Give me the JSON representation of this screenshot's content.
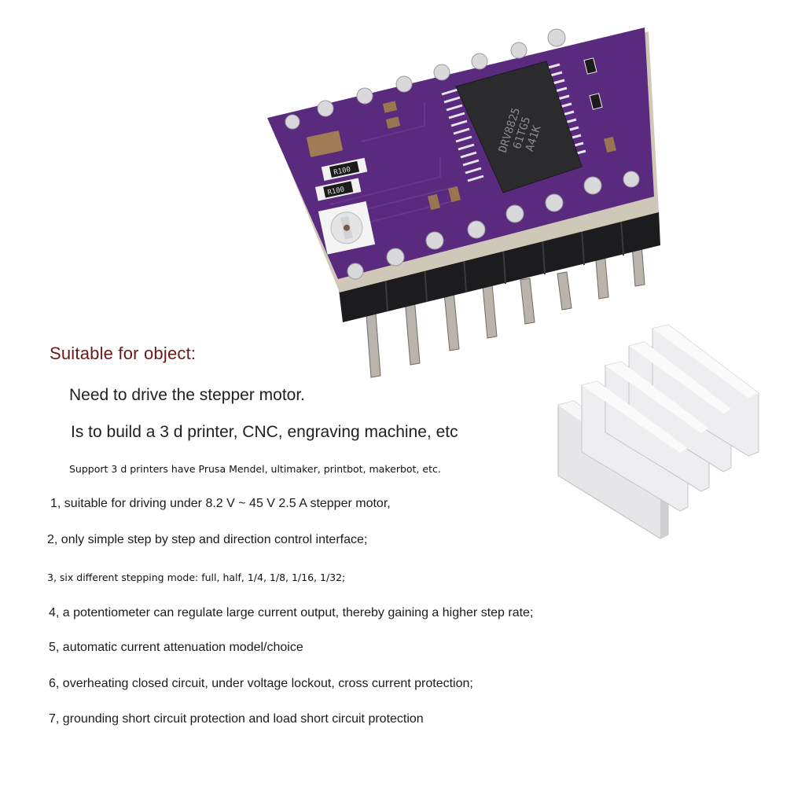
{
  "product": {
    "title": "Suitable for object:",
    "usage_lines": [
      "Need to drive the stepper motor.",
      "Is to build a 3 d printer, CNC, engraving machine, etc"
    ],
    "support_note": "Support 3 d printers have Prusa Mendel, ultimaker, printbot, makerbot, etc.",
    "features": [
      "1, suitable for driving under 8.2 V ~ 45 V 2.5 A stepper motor,",
      "2, only simple step by step and direction control interface;",
      "3, six different stepping mode: full, half, 1/4, 1/8, 1/16, 1/32;",
      "4, a potentiometer can regulate large current output, thereby gaining a higher step rate;",
      "5, automatic current attenuation model/choice",
      "6, overheating closed circuit, under voltage lockout, cross current protection;",
      "7, grounding short circuit protection and load short circuit protection"
    ]
  },
  "images": {
    "driver_board": {
      "chip_marking": [
        "DRV8825",
        "61TG5",
        "A41K"
      ],
      "resistor_labels": [
        "R100",
        "R100"
      ],
      "pcb_color": "#5a2a7e"
    },
    "heatsink": {
      "color": "#e8e8ea"
    }
  },
  "colors": {
    "title": "#6b1a1a",
    "text": "#1f1f1f"
  }
}
